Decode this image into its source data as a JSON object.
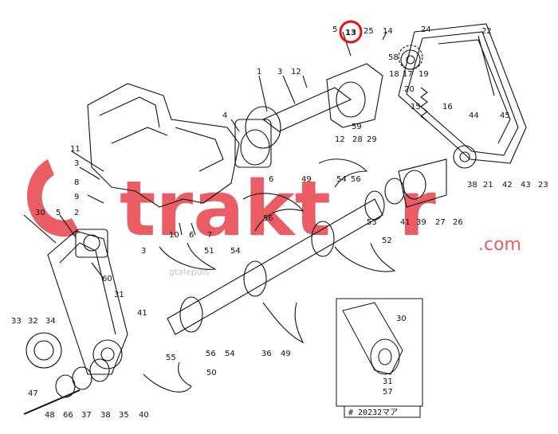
{
  "watermark": {
    "brand": "trakt",
    "tail": "r",
    "domain": ".com",
    "url_fragment": "gtalepdis"
  },
  "reference_code": "# 20232マア",
  "highlight_color": "#e0141e",
  "watermark_color": "#e8414a",
  "labels": {
    "p1": "1",
    "p2": "2",
    "p3a": "3",
    "p3b": "3",
    "p3c": "3",
    "p4": "4",
    "p5a": "5",
    "p5b": "5",
    "p6a": "6",
    "p6b": "6",
    "p7": "7",
    "p8": "8",
    "p9": "9",
    "p10": "10",
    "p11": "11",
    "p12a": "12",
    "p12b": "12",
    "p13": "13",
    "p14": "14",
    "p15": "15",
    "p16": "16",
    "p17": "17",
    "p18": "18",
    "p19": "19",
    "p20": "20",
    "p21": "21",
    "p22": "22",
    "p23": "23",
    "p24": "24",
    "p25": "25",
    "p26": "26",
    "p27": "27",
    "p28": "28",
    "p29": "29",
    "p30a": "30",
    "p30b": "30",
    "p31a": "31",
    "p31b": "31",
    "p32": "32",
    "p33": "33",
    "p34": "34",
    "p35": "35",
    "p36": "36",
    "p37": "37",
    "p38a": "38",
    "p38b": "38",
    "p39": "39",
    "p40": "40",
    "p41a": "41",
    "p41b": "41",
    "p42": "42",
    "p43": "43",
    "p44": "44",
    "p45": "45",
    "p47": "47",
    "p48": "48",
    "p49a": "49",
    "p49b": "49",
    "p50": "50",
    "p51": "51",
    "p52": "52",
    "p53": "53",
    "p54a": "54",
    "p54b": "54",
    "p54c": "54",
    "p55": "55",
    "p56a": "56",
    "p56b": "56",
    "p56c": "56",
    "p57": "57",
    "p58": "58",
    "p59": "59",
    "p60": "60",
    "p66": "66"
  }
}
